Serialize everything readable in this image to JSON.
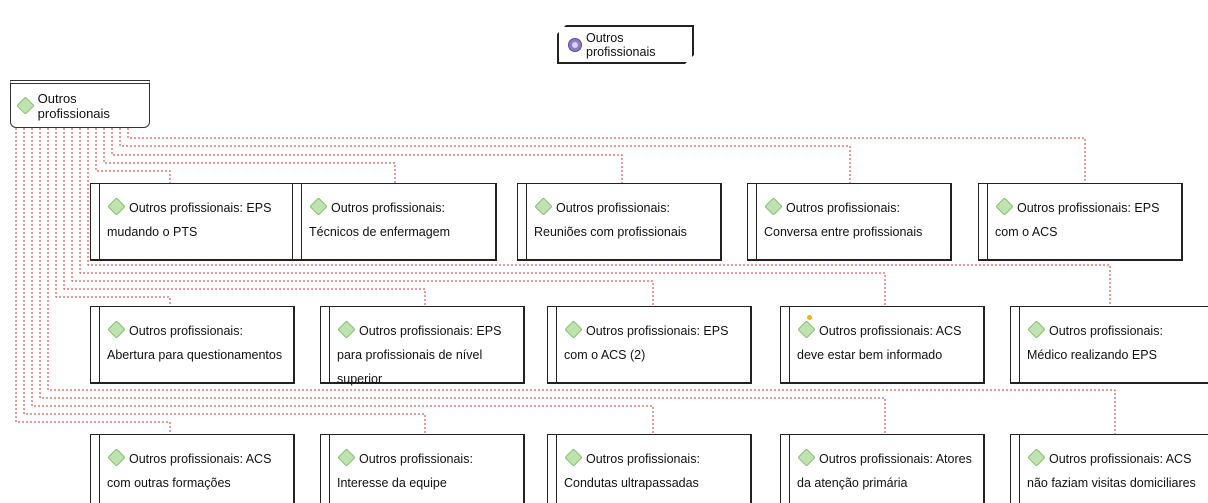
{
  "title_node": {
    "label": "Outros profissionais",
    "icon": "memo-icon"
  },
  "root_node": {
    "label": "Outros profissionais",
    "icon": "code-icon"
  },
  "colors": {
    "connector": "#e03030",
    "code_icon": "#7fbf66",
    "memo_icon": "#8e7cc3"
  },
  "rows": [
    [
      {
        "label": "Outros profissionais: EPS mudando o PTS"
      },
      {
        "label": "Outros profissionais: Técnicos de enfermagem"
      },
      {
        "label": "Outros profissionais: Reuniões com profissionais"
      },
      {
        "label": "Outros profissionais: Conversa entre profissionais"
      },
      {
        "label": "Outros profissionais: EPS com o ACS"
      }
    ],
    [
      {
        "label": "Outros profissionais: Abertura para questionamentos"
      },
      {
        "label": "Outros profissionais: EPS para profissionais de nível superior"
      },
      {
        "label": "Outros profissionais: EPS com o ACS (2)"
      },
      {
        "label": "Outros profissionais: ACS deve estar bem informado"
      },
      {
        "label": "Outros profissionais: Médico realizando EPS"
      }
    ],
    [
      {
        "label": "Outros profissionais: ACS com outras formações"
      },
      {
        "label": "Outros profissionais: Interesse da equipe"
      },
      {
        "label": "Outros profissionais: Condutas ultrapassadas"
      },
      {
        "label": "Outros profissionais: Atores da atenção primária"
      },
      {
        "label": "Outros profissionais: ACS não faziam visitas domiciliares"
      }
    ]
  ]
}
